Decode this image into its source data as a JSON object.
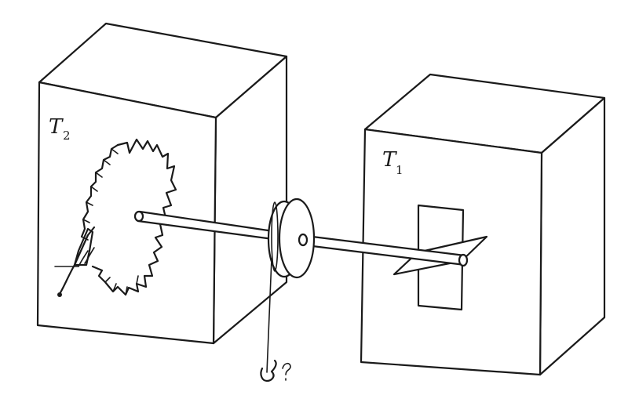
{
  "labels": {
    "left_box": {
      "main": "T",
      "sub": "2"
    },
    "right_box": {
      "main": "T",
      "sub": "1"
    }
  },
  "colors": {
    "ink": "#1a1a1a",
    "paper": "#ffffff"
  }
}
